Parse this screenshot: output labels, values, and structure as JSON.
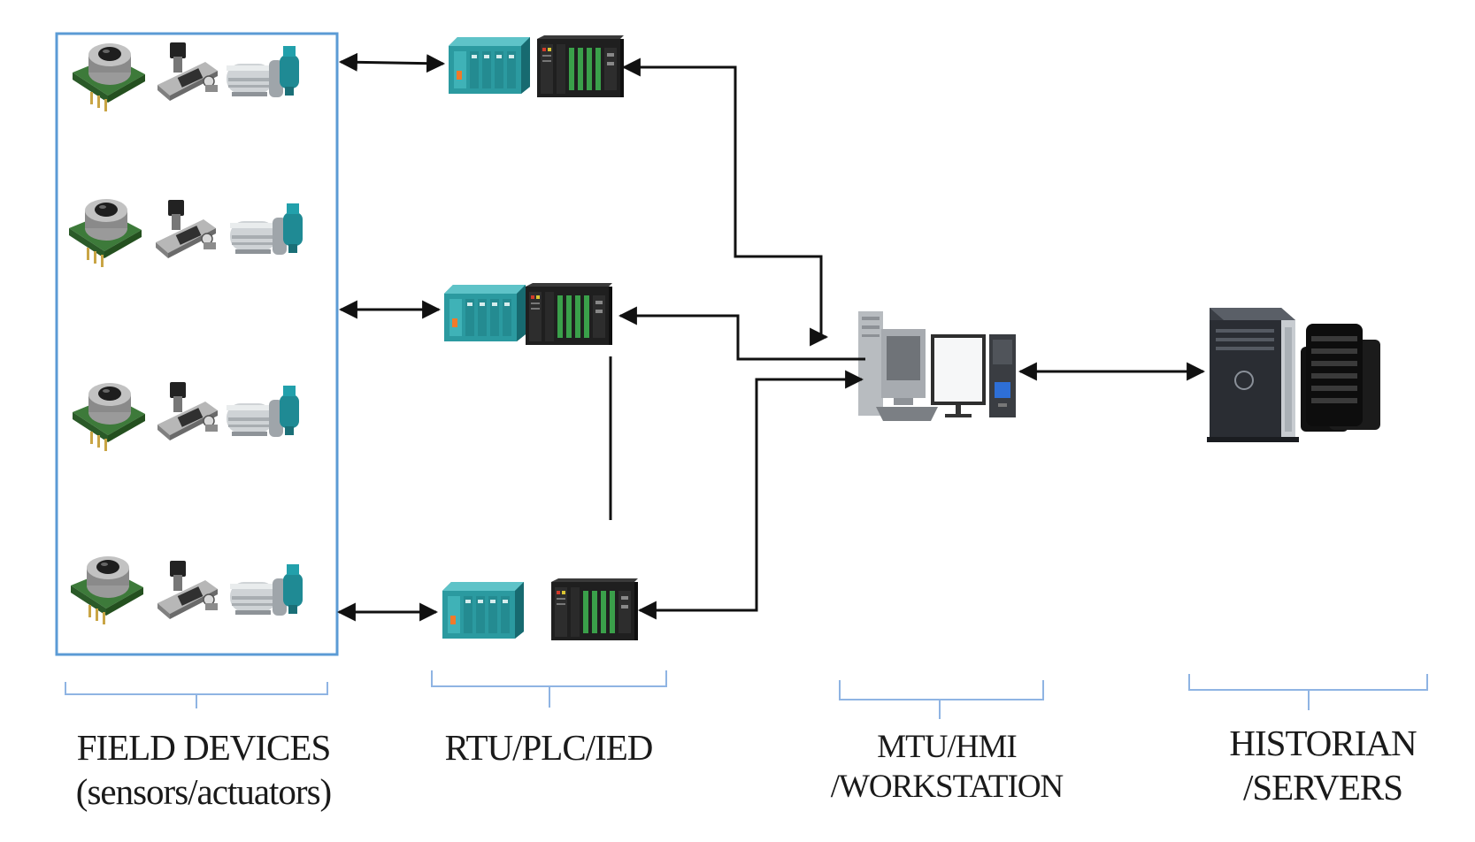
{
  "labels": {
    "field_devices": {
      "line1": "FIELD DEVICES",
      "line2": "(sensors/actuators)"
    },
    "rtu": {
      "line1": "RTU/PLC/IED"
    },
    "mtu": {
      "line1": "MTU/HMI",
      "line2": "/WORKSTATION"
    },
    "historian": {
      "line1": "HISTORIAN",
      "line2": "/SERVERS"
    }
  },
  "colors": {
    "frame": "#5b9bd5",
    "brace": "#8fb4e3",
    "connector": "#111111",
    "plc_teal": "#2b9aa0",
    "rtu_black": "#1f1f1f",
    "io_green": "#3aa04a"
  },
  "icons": {
    "sensor": "pressure-sensor-icon",
    "actuator": "valve-actuator-icon",
    "pump": "pump-icon",
    "plc": "plc-rack-icon",
    "rtu": "rtu-module-icon",
    "workstation": "workstation-icon",
    "server": "tower-server-icon",
    "storage": "storage-array-icon"
  }
}
